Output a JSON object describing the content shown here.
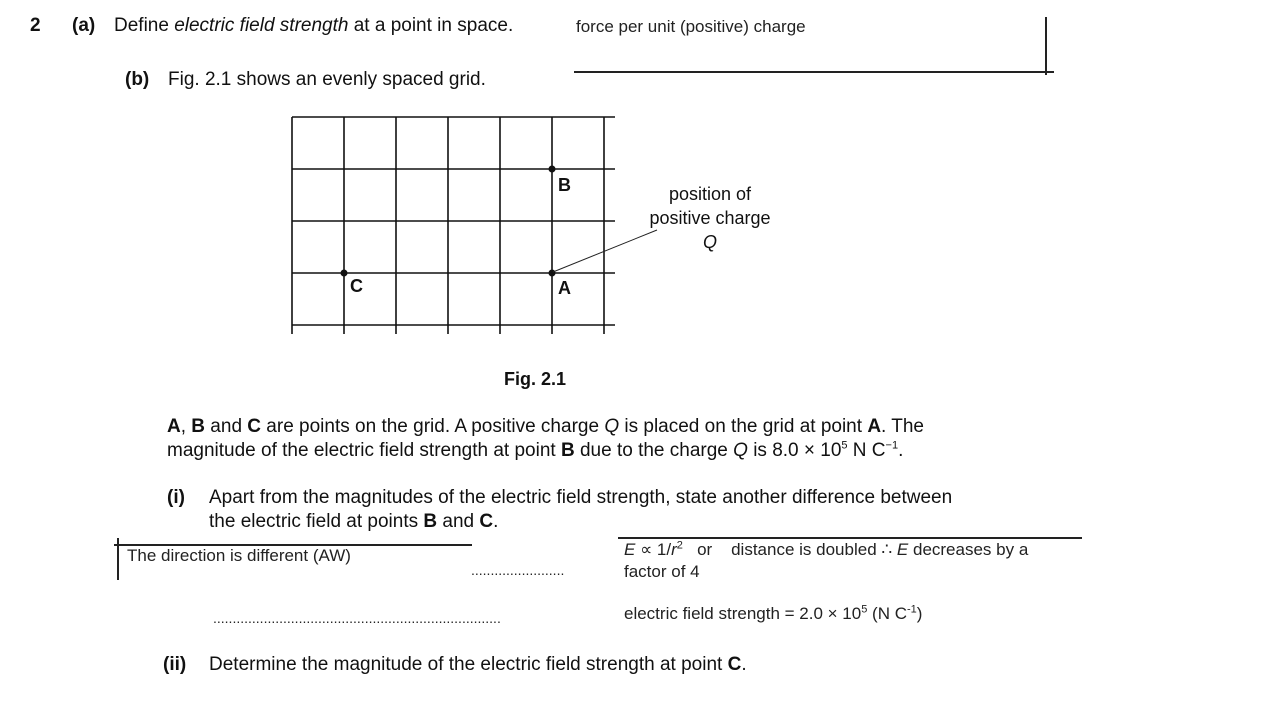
{
  "question": {
    "number": "2",
    "part_a": {
      "label": "(a)",
      "text_before": "Define ",
      "text_italic": "electric field strength",
      "text_after": " at a point in space.",
      "answer": "force per unit (positive) charge"
    },
    "part_b": {
      "label": "(b)",
      "text": "Fig. 2.1 shows an evenly spaced grid."
    },
    "figure": {
      "caption": "Fig. 2.1",
      "points": [
        {
          "label": "A",
          "col": 5,
          "row": 3
        },
        {
          "label": "B",
          "col": 5,
          "row": 1
        },
        {
          "label": "C",
          "col": 1,
          "row": 3
        }
      ],
      "annotation_line1": "position of",
      "annotation_line2": "positive charge",
      "annotation_line3": "Q"
    },
    "paragraph": {
      "line1_parts": [
        "A",
        ", ",
        "B",
        " and ",
        "C",
        " are points on the grid. A positive charge ",
        "Q",
        " is placed on the grid at point ",
        "A",
        ". The"
      ],
      "line2_parts": [
        "magnitude of the electric field strength at point ",
        "B",
        " due to the charge ",
        "Q",
        " is 8.0 × 10",
        "5",
        " N C",
        "−1",
        "."
      ]
    },
    "sub_i": {
      "label": "(i)",
      "line1": "Apart from the magnitudes of the electric field strength, state another difference between",
      "line2_before": "the electric field at points ",
      "line2_b": "B",
      "line2_and": " and ",
      "line2_c": "C",
      "line2_end": ".",
      "answer": "The direction is different (AW)"
    },
    "marking": {
      "line1_e": "E",
      "line1_prop": " ∝ 1/",
      "line1_r": "r",
      "line1_sup": "2",
      "line1_or": "   or    distance is doubled ∴ ",
      "line1_e2": "E",
      "line1_end": " decreases by a",
      "line2": "factor of 4",
      "line3_before": "electric field strength = 2.0 × 10",
      "line3_sup": "5",
      "line3_mid": " (N C",
      "line3_sup2": "-1",
      "line3_end": ")"
    },
    "dots_short": "........................",
    "dots_long": "..........................................................................",
    "sub_ii": {
      "label": "(ii)",
      "text": "Determine the magnitude of the electric field strength at point ",
      "bold": "C",
      "end": "."
    }
  }
}
